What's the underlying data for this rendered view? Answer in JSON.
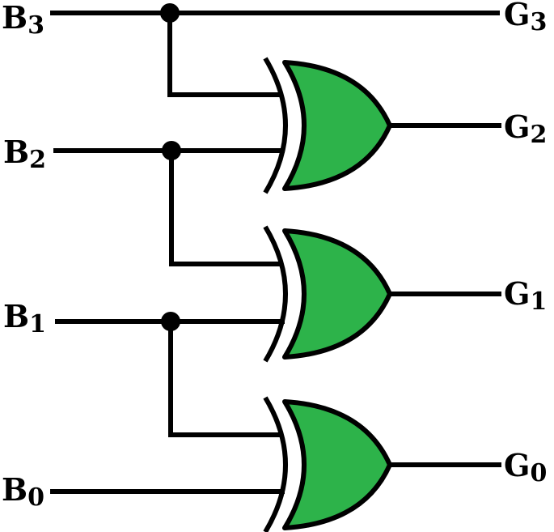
{
  "colors": {
    "gate_fill": "#2db34a",
    "wire": "#000000",
    "background": "#ffffff"
  },
  "inputs": [
    {
      "letter": "B",
      "index": "3"
    },
    {
      "letter": "B",
      "index": "2"
    },
    {
      "letter": "B",
      "index": "1"
    },
    {
      "letter": "B",
      "index": "0"
    }
  ],
  "outputs": [
    {
      "letter": "G",
      "index": "3"
    },
    {
      "letter": "G",
      "index": "2"
    },
    {
      "letter": "G",
      "index": "1"
    },
    {
      "letter": "G",
      "index": "0"
    }
  ],
  "gates": [
    {
      "type": "XOR",
      "inputs": [
        "B3",
        "B2"
      ],
      "output": "G2"
    },
    {
      "type": "XOR",
      "inputs": [
        "B2",
        "B1"
      ],
      "output": "G1"
    },
    {
      "type": "XOR",
      "inputs": [
        "B1",
        "B0"
      ],
      "output": "G0"
    }
  ]
}
